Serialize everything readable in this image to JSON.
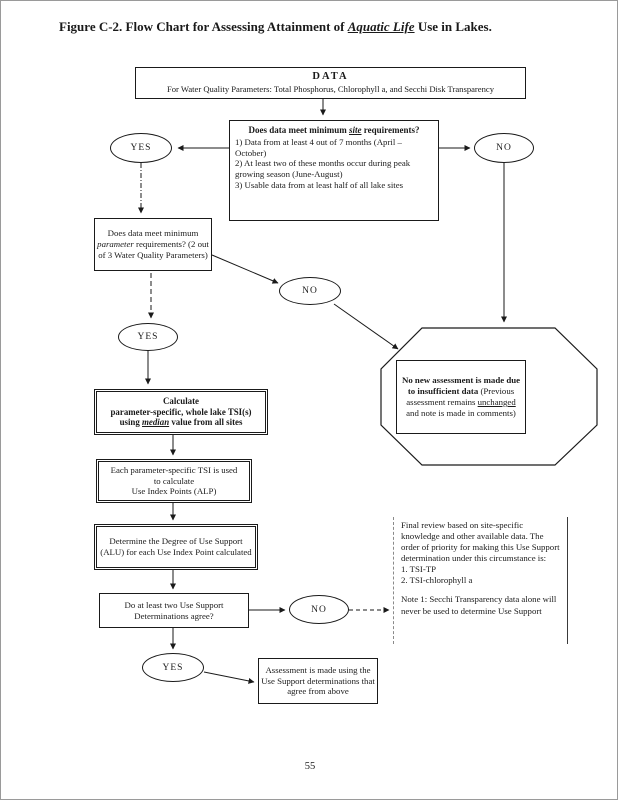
{
  "page": {
    "title": {
      "prefix": "Figure C-2. Flow Chart for Assessing Attainment of ",
      "emphasis": "Aquatic Life",
      "suffix": " Use in Lakes."
    },
    "page_number": "55"
  },
  "flowchart": {
    "data_box": {
      "heading": "DATA",
      "subtitle": "For Water Quality Parameters: Total Phosphorus, Chlorophyll a, and Secchi Disk Transparency"
    },
    "site_box": {
      "question_prefix": "Does data meet minimum ",
      "question_emphasis": "site",
      "question_suffix": " requirements?",
      "item1": "1) Data from at least 4 out of 7 months (April – October)",
      "item2": "2) At least two of these months occur during peak growing season (June-August)",
      "item3": "3) Usable data from at least half of all lake sites"
    },
    "decisions": {
      "yes_top": "YES",
      "no_top": "NO",
      "no_mid": "NO",
      "yes_mid": "YES",
      "no_bottom": "NO",
      "yes_bottom": "YES"
    },
    "parameter_box": {
      "prefix": "Does data meet minimum ",
      "emphasis": "parameter",
      "suffix": " requirements? (2 out of 3 Water Quality Parameters)"
    },
    "octagon_box": {
      "bold_text": "No new assessment is made due to insufficient data",
      "normal_prefix": "(Previous assessment remains ",
      "normal_emphasis": "unchanged",
      "normal_suffix": " and note is made in comments)"
    },
    "calc_box": {
      "line1": "Calculate",
      "line2": "parameter-specific, whole lake TSI(s)",
      "line3_prefix": "using ",
      "line3_emphasis": "median",
      "line3_suffix": " value from all sites"
    },
    "alp_box": {
      "line1": "Each parameter-specific TSI is used",
      "line2": "to calculate",
      "line3": "Use Index Points (ALP)"
    },
    "alu_box": {
      "text": "Determine the Degree of Use Support (ALU) for each Use Index Point calculated"
    },
    "agree_box": {
      "text": "Do at least two Use Support Determinations agree?"
    },
    "notes": {
      "para1": "Final review based on site-specific knowledge and other available data. The order of priority for making this Use Support determination under this circumstance is:",
      "item1": "1.  TSI-TP",
      "item2": "2.  TSI-chlorophyll a",
      "para2": "Note 1: Secchi Transparency data alone will never be used to determine Use Support"
    },
    "final_box": {
      "text": "Assessment is made using the Use Support determinations that agree from above"
    }
  }
}
